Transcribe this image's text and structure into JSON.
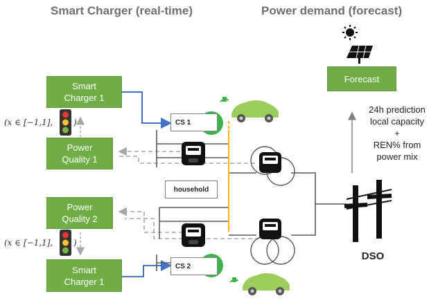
{
  "headings": {
    "left": "Smart Charger (real-time)",
    "right": "Power demand (forecast)"
  },
  "boxes": {
    "smart_charger_top": "Smart\nCharger 1",
    "power_quality_1": "Power\nQuality 1",
    "power_quality_2": "Power\nQuality 2",
    "smart_charger_bottom": "Smart\nCharger 1",
    "forecast": "Forecast"
  },
  "stations": {
    "cs1": "CS 1",
    "cs2": "CS 2",
    "household": "household"
  },
  "range_labels": {
    "top": "(x ∈ [−1,1],",
    "bottom": "(x ∈ [−1,1],",
    "close": ")"
  },
  "forecast_info": "24h prediction\nlocal capacity\n+\nREN% from\npower mix",
  "dso_label": "DSO",
  "colors": {
    "green_box": "#70ad47",
    "blue_arrow": "#4472c4",
    "orange_line": "#f4b400",
    "dashed_arrow": "#a6a6a6",
    "charger_icon": "#3cb44b"
  },
  "icons": [
    "sun-icon",
    "solar-panel-icon",
    "traffic-light-icon",
    "charging-station-icon",
    "electric-car-icon",
    "smart-meter-icon",
    "transformer-icon",
    "power-pylon-icon"
  ]
}
